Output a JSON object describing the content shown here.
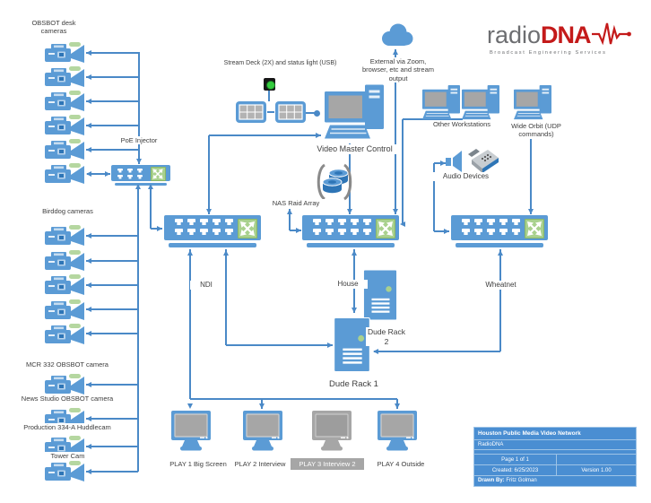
{
  "diagram": {
    "logo": {
      "brand_radio": "radio",
      "brand_dna": "DNA",
      "tagline": "Broadcast Engineering Services"
    },
    "camera_groups": {
      "obsbot_desk": {
        "label": "OBSBOT desk cameras",
        "count": 6
      },
      "birddog": {
        "label": "Birddog cameras",
        "count": 5
      },
      "mcr": {
        "label": "MCR 332 OBSBOT camera"
      },
      "news_studio": {
        "label": "News Studio OBSBOT camera"
      },
      "production": {
        "label": "Production 334-A Huddlecam"
      },
      "tower": {
        "label": "Tower Cam"
      }
    },
    "nodes": {
      "poe": "PoE Injector",
      "stream_deck": "Stream Deck (2X) and status light (USB)",
      "vmc": "Video Master Control",
      "external": "External via Zoom, browser, etc and stream output",
      "other_workstations": "Other Workstations",
      "wide_orbit": "Wide Orbit (UDP commands)",
      "audio_devices": "Audio Devices",
      "nas": "NAS Raid Array",
      "ndi": "NDI",
      "house": "House",
      "wheatnet": "Wheatnet",
      "dude_rack_2": "Dude Rack 2",
      "dude_rack_1": "Dude Rack 1",
      "play1": "PLAY 1 Big Screen",
      "play2": "PLAY 2 Interview",
      "play3": "PLAY 3 Interview 2",
      "play4": "PLAY 4 Outside"
    },
    "title_block": {
      "title": "Houston Public Media Video Network",
      "company": "RadioDNA",
      "page": "Page 1 of 1",
      "created": "Created: 6/25/2023",
      "version": "Version 1.00",
      "drawn_by_label": "Drawn By:",
      "drawn_by": "Fritz Golman"
    },
    "colors": {
      "node_blue": "#5b9bd5",
      "node_blue_dark": "#2e75b6",
      "accent_green": "#a9d18e",
      "pill_green": "#b5d7a0",
      "line_blue": "#4a89c7",
      "gray": "#a6a6a6",
      "logo_red": "#c41a1a",
      "titleblock_blue": "#4a8ed2"
    }
  }
}
